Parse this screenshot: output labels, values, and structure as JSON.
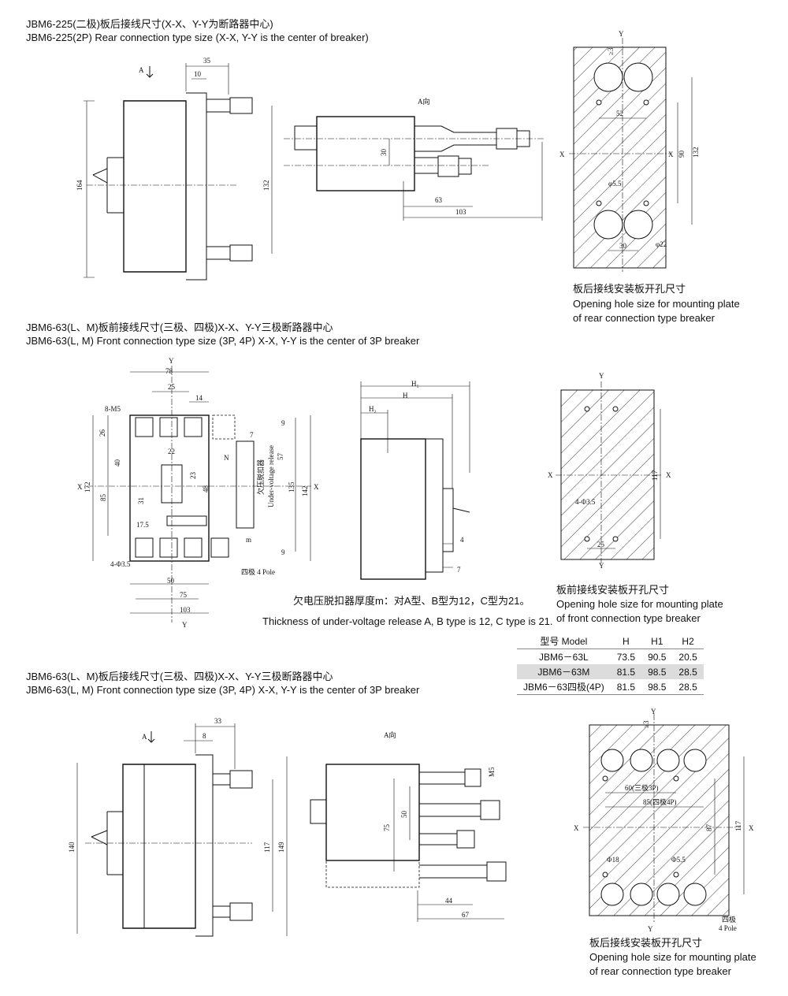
{
  "section1": {
    "title_cn": "JBM6-225(二极)板后接线尺寸(X-X、Y-Y为断路器中心)",
    "title_en": "JBM6-225(2P) Rear connection type size (X-X, Y-Y is the center of breaker)",
    "side_view": {
      "dims": [
        "35",
        "10",
        "164",
        "132"
      ],
      "arrow_label": "A"
    },
    "a_view": {
      "label": "A向",
      "dims": [
        "30",
        "63",
        "103"
      ]
    },
    "plate": {
      "dims": [
        "≥3",
        "52",
        "90",
        "132",
        "φ5.5",
        "30",
        "φ22"
      ],
      "axis_x": "X",
      "axis_y": "Y"
    },
    "caption_cn": "板后接线安装板开孔尺寸",
    "caption_en_1": "Opening hole size for mounting plate",
    "caption_en_2": "of rear connection type breaker"
  },
  "section2": {
    "title_cn": "JBM6-63(L、M)板前接线尺寸(三极、四极)X-X、Y-Y三极断路器中心",
    "title_en": "JBM6-63(L, M) Front connection type size (3P, 4P) X-X, Y-Y is the center of 3P breaker",
    "front_view": {
      "dims": [
        "78",
        "25",
        "14",
        "8-M5",
        "26",
        "40",
        "85",
        "172",
        "22",
        "23",
        "48",
        "31",
        "17.5",
        "4-Φ3.5",
        "50",
        "75",
        "103",
        "7",
        "57",
        "135",
        "142",
        "9",
        "m",
        "N"
      ],
      "axis_x": "X",
      "axis_y": "Y",
      "uvr_cn": "欠压脱扣器",
      "uvr_en": "Under-voltage release",
      "pole4": "四极 4 Pole"
    },
    "side_view": {
      "dims": [
        "H₁",
        "H",
        "H₂",
        "4",
        "7"
      ]
    },
    "plate": {
      "dims": [
        "117",
        "4-Φ3.5",
        "25"
      ],
      "axis_x": "X",
      "axis_y": "Y"
    },
    "note_cn": "欠电压脱扣器厚度m：对A型、B型为12，C型为21。",
    "note_en": "Thickness of under-voltage release A, B type is 12, C type is 21.",
    "caption_cn": "板前接线安装板开孔尺寸",
    "caption_en_1": "Opening hole size for mounting plate",
    "caption_en_2": "of front connection type breaker"
  },
  "spec_table": {
    "headers": [
      "型号 Model",
      "H",
      "H1",
      "H2"
    ],
    "rows": [
      [
        "JBM6－63L",
        "73.5",
        "90.5",
        "20.5"
      ],
      [
        "JBM6－63M",
        "81.5",
        "98.5",
        "28.5"
      ],
      [
        "JBM6－63四极(4P)",
        "81.5",
        "98.5",
        "28.5"
      ]
    ]
  },
  "section3": {
    "title_cn": "JBM6-63(L、M)板后接线尺寸(三极、四极)X-X、Y-Y三极断路器中心",
    "title_en": "JBM6-63(L, M) Front connection type size (3P, 4P) X-X, Y-Y is the center of 3P breaker",
    "side_view": {
      "dims": [
        "33",
        "8",
        "140",
        "117",
        "149"
      ],
      "arrow_label": "A"
    },
    "a_view": {
      "label": "A向",
      "dims": [
        "M5",
        "50",
        "75",
        "44",
        "67"
      ]
    },
    "plate": {
      "dims": [
        "≥3",
        "60(三极3P)",
        "85(四极4P)",
        "87",
        "117",
        "Φ18",
        "Φ5.5"
      ],
      "axis_x": "X",
      "axis_y": "Y",
      "pole4": "四极",
      "pole4_en": "4 Pole"
    },
    "caption_cn": "板后接线安装板开孔尺寸",
    "caption_en_1": "Opening hole size for mounting plate",
    "caption_en_2": "of rear connection type breaker"
  }
}
